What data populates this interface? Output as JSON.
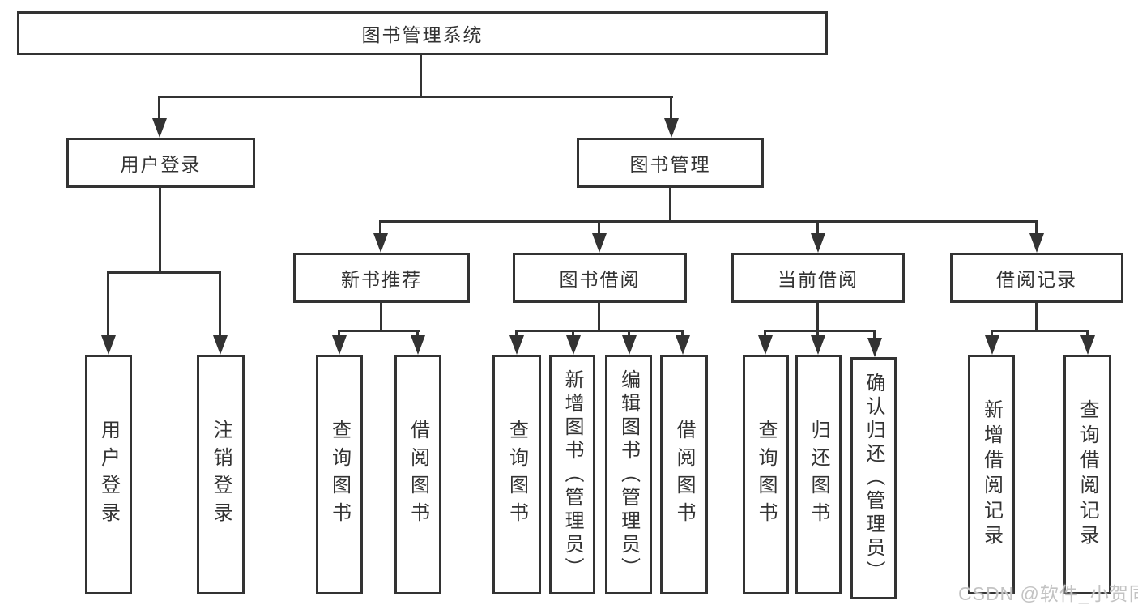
{
  "nodes": {
    "root": {
      "label": "图书管理系统"
    },
    "level2": [
      {
        "label": "用户登录"
      },
      {
        "label": "图书管理"
      }
    ],
    "level3": [
      {
        "label": "新书推荐"
      },
      {
        "label": "图书借阅"
      },
      {
        "label": "当前借阅"
      },
      {
        "label": "借阅记录"
      }
    ],
    "leaves": {
      "user_login": [
        {
          "label": "用户登录"
        },
        {
          "label": "注销登录"
        }
      ],
      "new_book": [
        {
          "label": "查询图书"
        },
        {
          "label": "借阅图书"
        }
      ],
      "book_borrow": [
        {
          "label": "查询图书"
        },
        {
          "label": "新增图书（管理员）"
        },
        {
          "label": "编辑图书（管理员）"
        },
        {
          "label": "借阅图书"
        }
      ],
      "current_borrow": [
        {
          "label": "查询图书"
        },
        {
          "label": "归还图书"
        },
        {
          "label": "确认归还（管理员）"
        }
      ],
      "borrow_records": [
        {
          "label": "新增借阅记录"
        },
        {
          "label": "查询借阅记录"
        }
      ]
    }
  },
  "watermark": "CSDN @软件_小贺同学",
  "colors": {
    "line": "#333333",
    "text": "#333333",
    "box_fill": "#ffffff",
    "background": "#ffffff",
    "watermark": "#c3c3c3"
  }
}
